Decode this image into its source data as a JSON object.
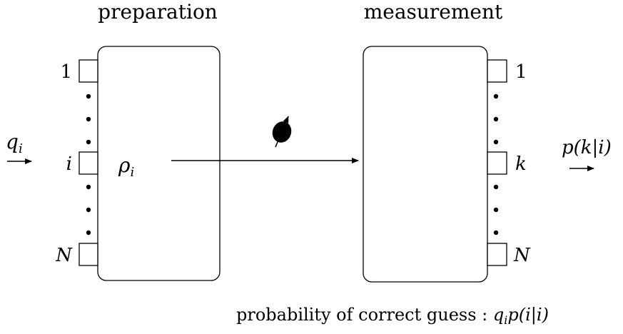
{
  "headings": {
    "left": "preparation",
    "right": "measurement"
  },
  "preparation_box": {
    "ports": {
      "top": "1",
      "middle": "i",
      "bottom": "N"
    },
    "state": {
      "symbol": "ρ",
      "subscript": "i"
    }
  },
  "measurement_box": {
    "ports": {
      "top": "1",
      "middle": "k",
      "bottom": "N"
    }
  },
  "input": {
    "symbol": "q",
    "subscript": "i"
  },
  "output": {
    "label": "p(k|i)"
  },
  "footer": {
    "text": "probability of correct guess : ",
    "formula": {
      "q": "q",
      "q_sub": "i",
      "rest": "p(i|i)"
    }
  }
}
